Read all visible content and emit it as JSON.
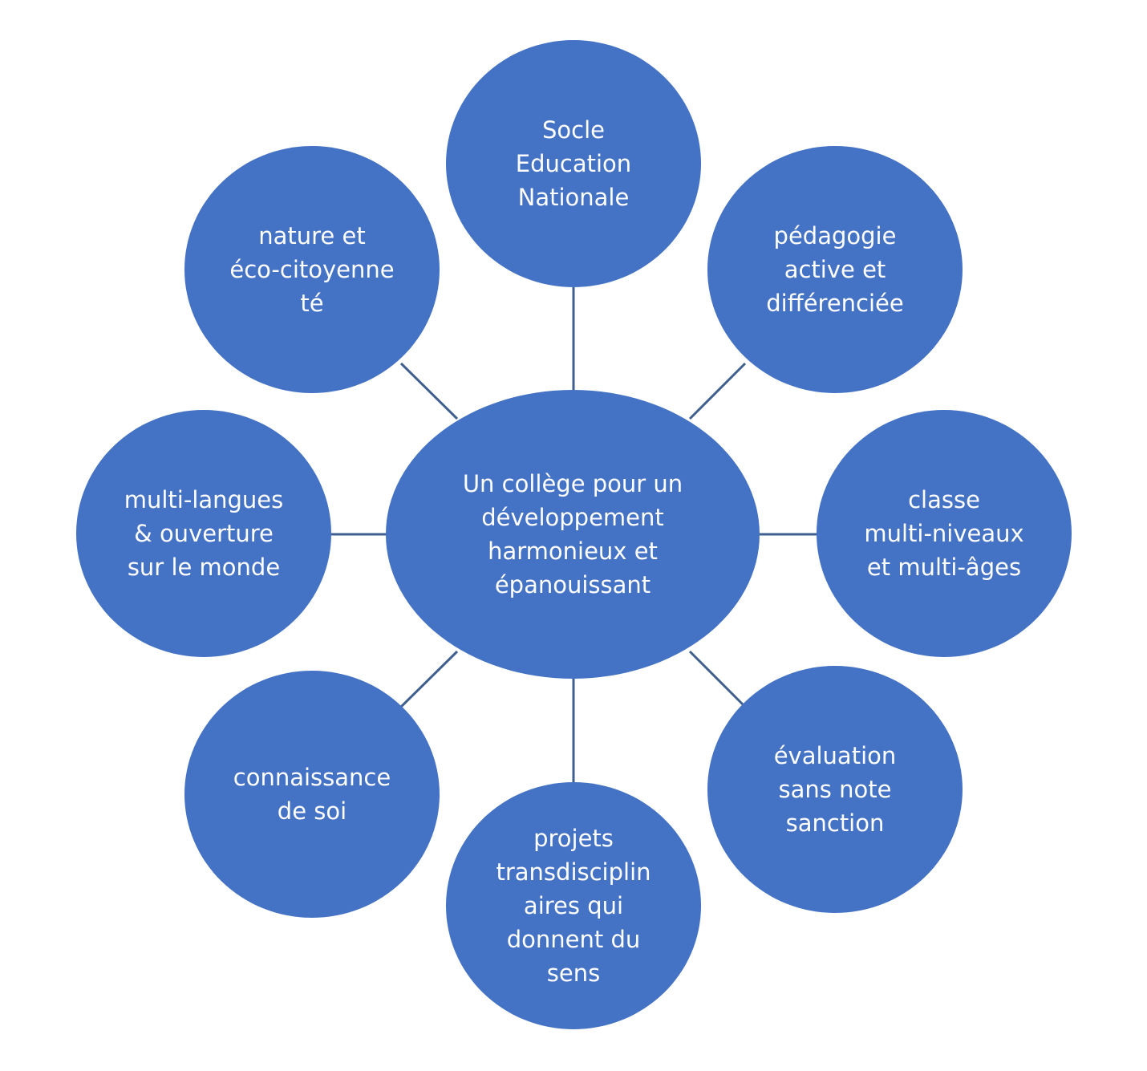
{
  "diagram": {
    "center": {
      "lines": [
        "Un collège pour un",
        "développement",
        "harmonieux et",
        "épanouissant"
      ]
    },
    "nodes": [
      {
        "id": "top",
        "lines": [
          "Socle",
          "Education",
          "Nationale"
        ]
      },
      {
        "id": "top-right",
        "lines": [
          "pédagogie",
          "active et",
          "différenciée"
        ]
      },
      {
        "id": "right",
        "lines": [
          "classe",
          "multi-niveaux",
          "et multi-âges"
        ]
      },
      {
        "id": "bottom-right",
        "lines": [
          "évaluation",
          "sans note",
          "sanction"
        ]
      },
      {
        "id": "bottom",
        "lines": [
          "projets",
          "transdisciplin",
          "aires qui",
          "donnent du",
          "sens"
        ]
      },
      {
        "id": "bottom-left",
        "lines": [
          "connaissance",
          "de soi"
        ]
      },
      {
        "id": "left",
        "lines": [
          "multi-langues",
          "& ouverture",
          "sur le monde"
        ]
      },
      {
        "id": "top-left",
        "lines": [
          "nature et",
          "éco-citoyenne",
          "té"
        ]
      }
    ],
    "colors": {
      "node_fill": "#4472c4",
      "connector": "#3f5f8f",
      "text": "#ffffff"
    }
  }
}
